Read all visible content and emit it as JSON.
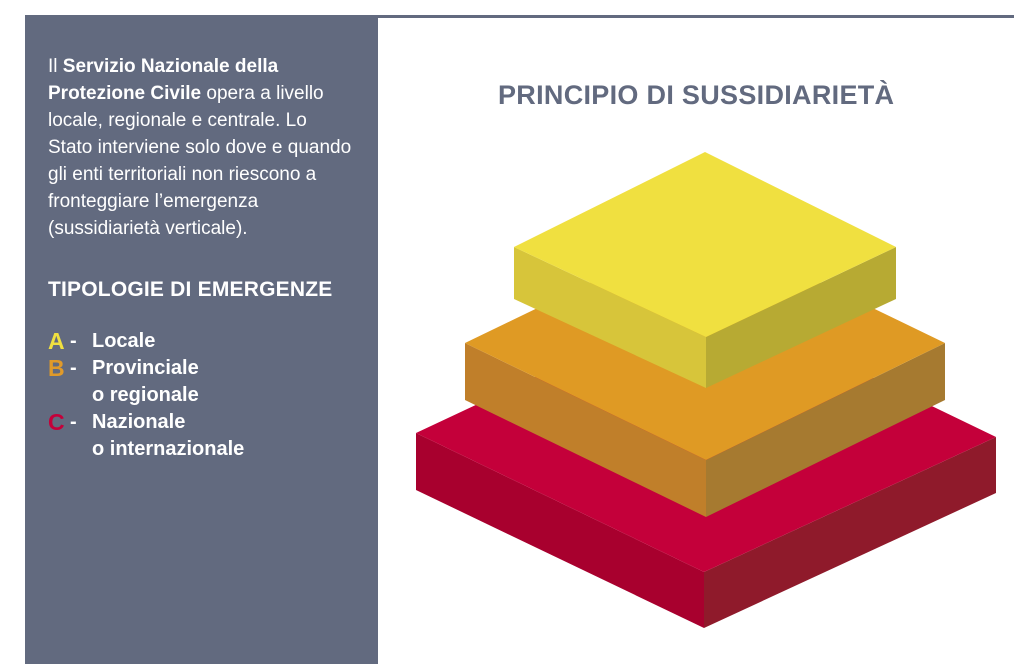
{
  "sidebar": {
    "intro": {
      "prefix": "Il ",
      "bold": "Servizio Nazionale della Protezione Civile",
      "text": " opera a livello locale, regionale e centrale. Lo Stato interviene solo dove e quando gli enti territoriali non riescono a fronteggiare l’emergenza (sussidiarietà verticale)."
    },
    "types_heading": "TIPOLOGIE DI EMERGENZE",
    "types": [
      {
        "letter": "A",
        "dash": "-",
        "label": "Locale",
        "color": "#f0e040"
      },
      {
        "letter": "B",
        "dash": "-",
        "label": "Provinciale\no regionale",
        "color": "#e09a2a"
      },
      {
        "letter": "C",
        "dash": "-",
        "label": "Nazionale\no internazionale",
        "color": "#c4003a"
      }
    ]
  },
  "diagram": {
    "title": "PRINCIPIO DI SUSSIDIARIETÀ",
    "layers": [
      {
        "name": "C",
        "top": "#c4003a",
        "left": "#a8002e",
        "right": "#8f1a2b"
      },
      {
        "name": "B",
        "top": "#df9a24",
        "left": "#c07f2a",
        "right": "#a67a30"
      },
      {
        "name": "A",
        "top": "#f0e040",
        "left": "#d7c53a",
        "right": "#b7aa33"
      }
    ]
  },
  "colors": {
    "panel": "#626a7f",
    "accent": "#626a7f"
  }
}
